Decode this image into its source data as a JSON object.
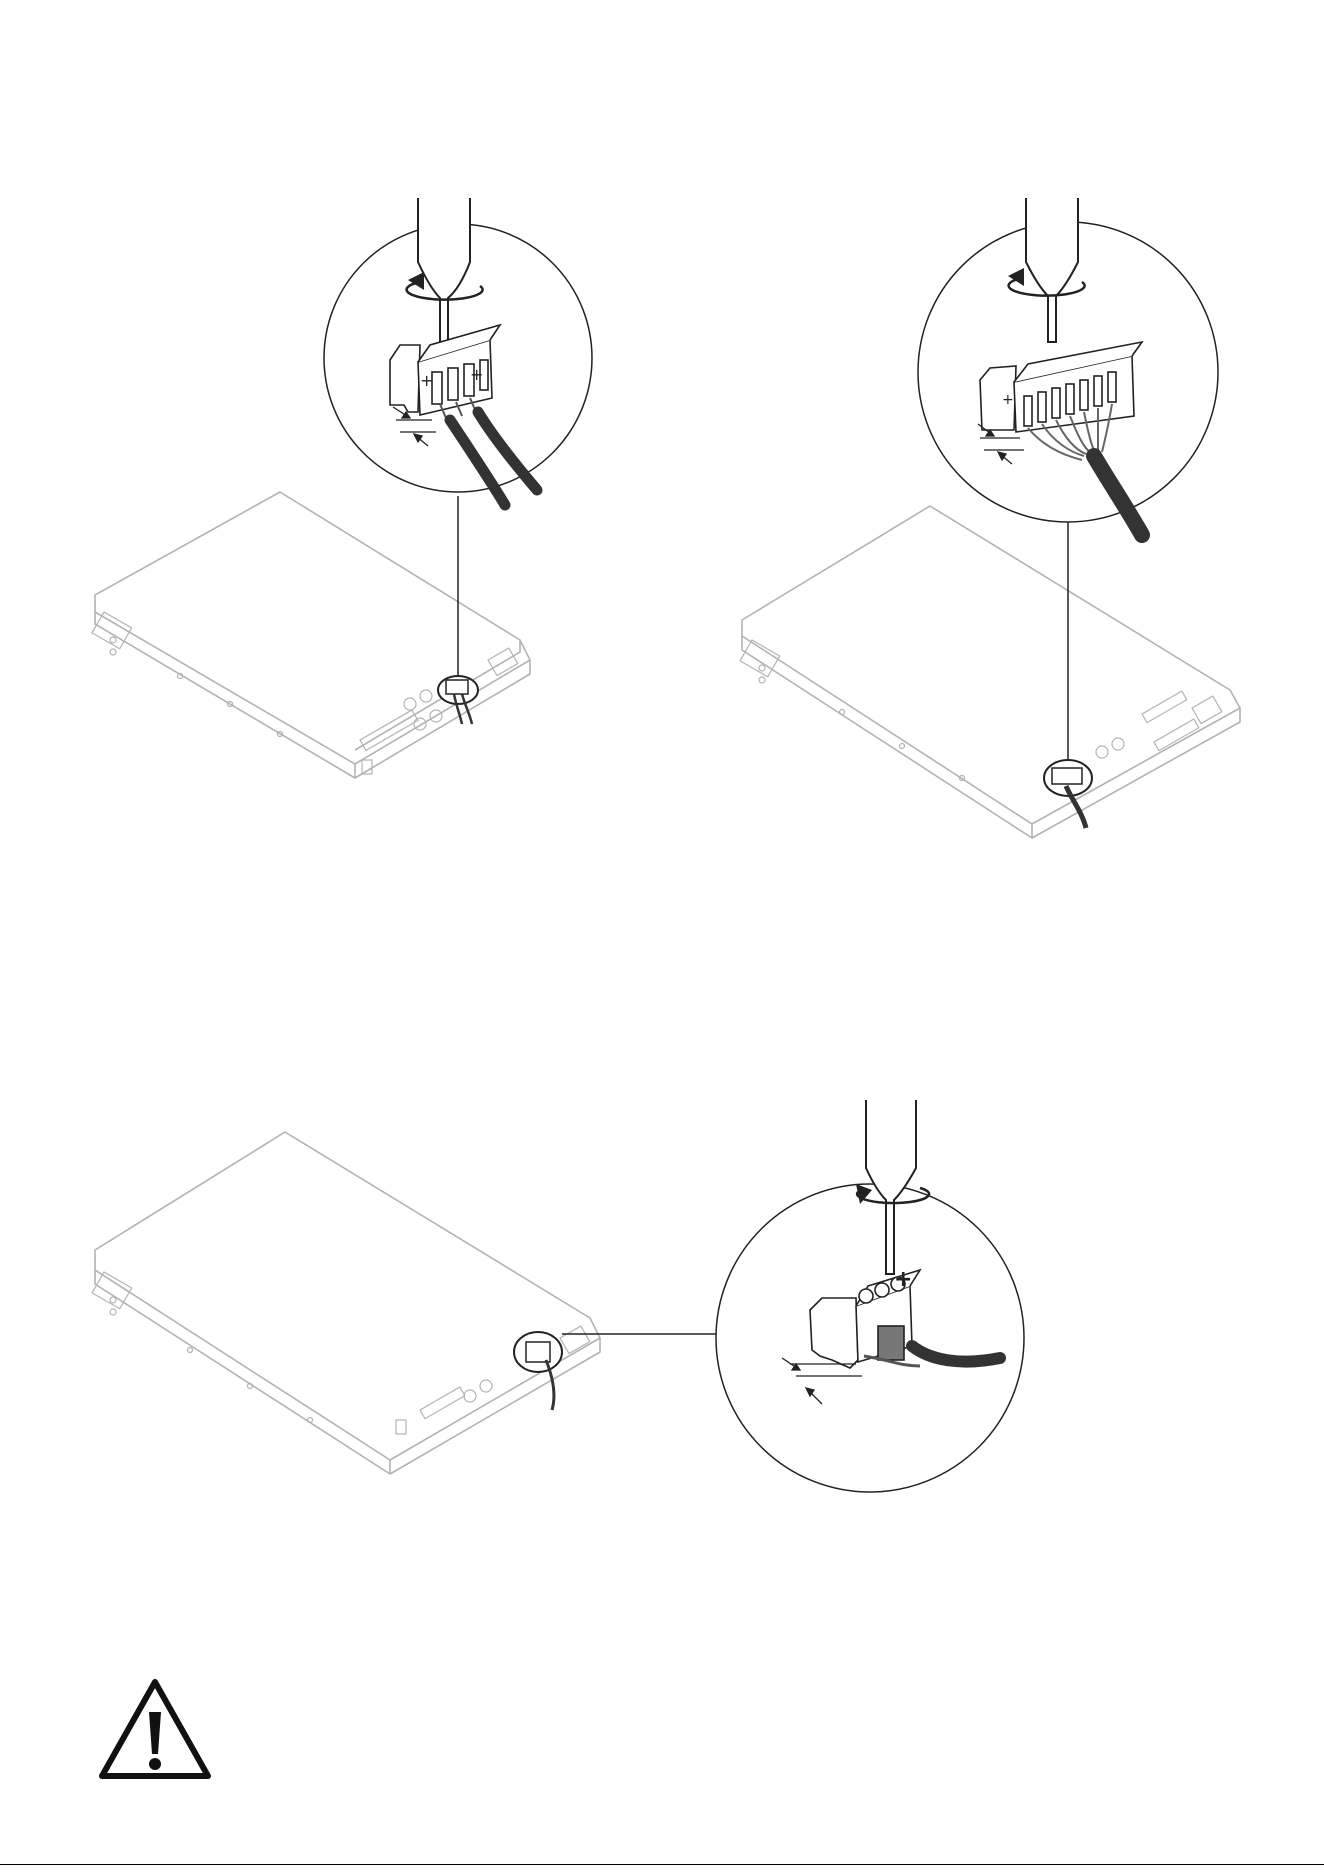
{
  "page": {
    "footer_text": ""
  },
  "figures": [
    {
      "id": "two-wire-speaker-connector",
      "callout": "top-left",
      "cables": 2
    },
    {
      "id": "multi-pin-control-connector",
      "callout": "top-right",
      "cables": 1
    },
    {
      "id": "power-connector",
      "callout": "bottom-right",
      "cables": 1
    }
  ],
  "icons": {
    "warning": "warning-triangle-icon",
    "rotate": "rotate-arrow-icon",
    "screwdriver": "screwdriver-icon"
  },
  "colors": {
    "line": "#222222",
    "device_line": "#b3b3b3",
    "cable": "#3a3a3a"
  }
}
